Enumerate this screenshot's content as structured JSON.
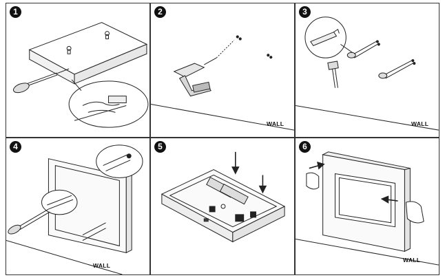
{
  "steps": [
    {
      "number": "1"
    },
    {
      "number": "2",
      "caption": "WALL"
    },
    {
      "number": "3",
      "caption": "WALL"
    },
    {
      "number": "4",
      "caption": "WALL"
    },
    {
      "number": "5"
    },
    {
      "number": "6",
      "caption": "WALL"
    }
  ]
}
